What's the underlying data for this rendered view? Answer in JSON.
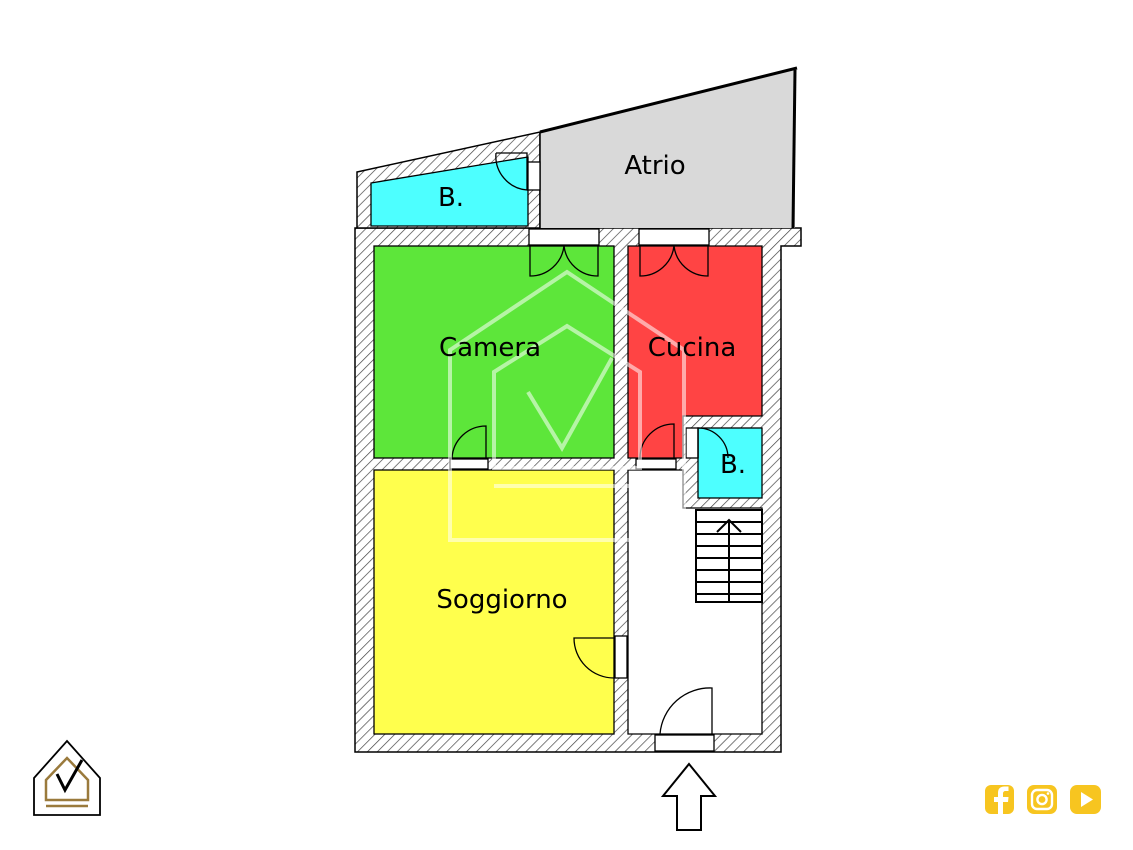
{
  "rooms": {
    "atrio": "Atrio",
    "bagno_top": "B.",
    "camera": "Camera",
    "cucina": "Cucina",
    "bagno_small": "B.",
    "soggiorno": "Soggiorno"
  },
  "colors": {
    "atrio": "#d9d9d9",
    "bagno": "#4dffff",
    "camera": "#5de63a",
    "cucina": "#ff4444",
    "soggiorno": "#ffff4d",
    "corridor": "#ffffff",
    "social": "#f7c520",
    "logo_brown": "#9a7a3c"
  },
  "icons": {
    "logo": "house-check-logo",
    "entrance": "entrance-arrow-icon",
    "stairs": "stairs-icon",
    "social": [
      "facebook-icon",
      "instagram-icon",
      "youtube-icon"
    ]
  }
}
